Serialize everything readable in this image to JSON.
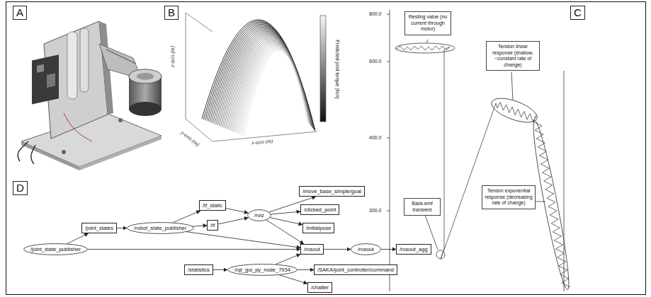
{
  "diagram": {
    "nodes": [
      {
        "text": [
          "A"
        ]
      },
      {
        "text": [
          "B"
        ]
      },
      {
        "text": [
          "C"
        ]
      },
      {
        "text": [
          "D"
        ]
      },
      {
        "text": [
          "Resting value (no current through motor)"
        ]
      },
      {
        "text": [
          "Tendon linear response (shallow, ~constant rate of change)"
        ]
      },
      {
        "text": [
          "Tendon exponential response (decreasing rate of change)"
        ]
      },
      {
        "text": [
          "Back-emf transient"
        ]
      },
      {
        "text": [
          "/joint_state_publisher"
        ]
      },
      {
        "text": [
          "/joint_states"
        ]
      },
      {
        "text": [
          "/robot_state_publisher"
        ]
      },
      {
        "text": [
          "/tf_static"
        ]
      },
      {
        "text": [
          "/tf"
        ]
      },
      {
        "text": [
          "/rviz"
        ]
      },
      {
        "text": [
          "/move_base_simple/goal"
        ]
      },
      {
        "text": [
          "/clicked_point"
        ]
      },
      {
        "text": [
          "/initialpose"
        ]
      },
      {
        "text": [
          "/rosout"
        ]
      },
      {
        "text": [
          "/rosout"
        ]
      },
      {
        "text": [
          "/rosout_agg"
        ]
      },
      {
        "text": [
          "/statistics"
        ]
      },
      {
        "text": [
          "/rqt_gui_py_node_7934"
        ]
      },
      {
        "text": [
          "/SAKA/joint_controller/command"
        ]
      },
      {
        "text": [
          "/chatter"
        ]
      }
    ],
    "edges": [
      {
        "from": 8,
        "to": 9,
        "arrow": "to"
      },
      {
        "from": 9,
        "to": 10,
        "arrow": "to"
      },
      {
        "from": 10,
        "to": 11,
        "arrow": "to"
      },
      {
        "from": 10,
        "to": 12,
        "arrow": "to"
      },
      {
        "from": 11,
        "to": 13,
        "arrow": "to"
      },
      {
        "from": 12,
        "to": 13,
        "arrow": "to"
      },
      {
        "from": 13,
        "to": 14,
        "arrow": "to"
      },
      {
        "from": 13,
        "to": 15,
        "arrow": "to"
      },
      {
        "from": 13,
        "to": 16,
        "arrow": "to"
      },
      {
        "from": 13,
        "to": 17,
        "arrow": "to"
      },
      {
        "from": 8,
        "to": 17,
        "arrow": "to"
      },
      {
        "from": 10,
        "to": 17,
        "arrow": "to"
      },
      {
        "from": 17,
        "to": 18,
        "arrow": "to"
      },
      {
        "from": 18,
        "to": 19,
        "arrow": "to"
      },
      {
        "from": 20,
        "to": 21,
        "arrow": "to"
      },
      {
        "from": 21,
        "to": 22,
        "arrow": "to"
      },
      {
        "from": 21,
        "to": 23,
        "arrow": "to"
      },
      {
        "from": 21,
        "to": 17,
        "arrow": "to"
      }
    ],
    "labels": [
      "z-axis (m)",
      "y-axis (m)",
      "x-axis (m)",
      "Predicted joint torque (Nm)",
      "800.0",
      "600.0",
      "400.0",
      "300.0"
    ]
  }
}
